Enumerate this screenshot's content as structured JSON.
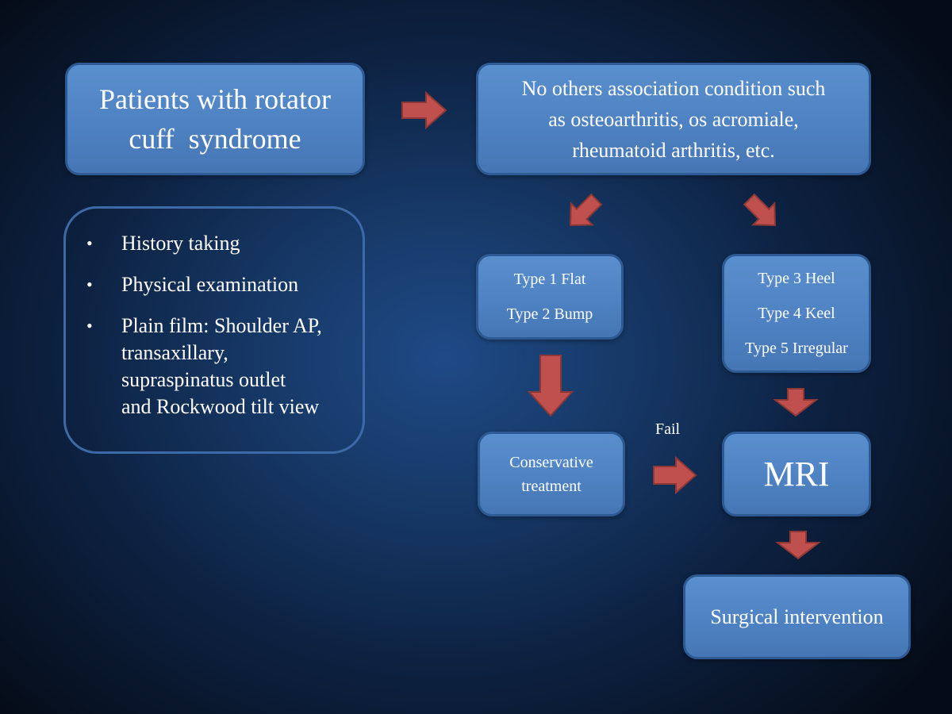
{
  "diagram": {
    "patients_box": {
      "lines": [
        "Patients with rotator",
        "cuff  syndrome"
      ]
    },
    "conditions_box": {
      "lines": [
        "No others association condition such",
        "as osteoarthritis, os acromiale,",
        "rheumatoid arthritis, etc."
      ]
    },
    "workup_list": {
      "bullet_symbol": "•",
      "items": [
        {
          "lines": [
            "History taking"
          ]
        },
        {
          "lines": [
            "Physical examination"
          ]
        },
        {
          "lines": [
            "Plain film: Shoulder AP,",
            "transaxillary,",
            "supraspinatus outlet",
            "and Rockwood tilt view"
          ]
        }
      ]
    },
    "type_left_box": {
      "lines": [
        "Type 1 Flat",
        "Type 2 Bump"
      ]
    },
    "type_right_box": {
      "lines": [
        "Type 3 Heel",
        "Type 4 Keel",
        "Type 5 Irregular"
      ]
    },
    "conservative_box": {
      "lines": [
        "Conservative",
        "treatment"
      ]
    },
    "fail_label": "Fail",
    "mri_box": {
      "label": "MRI"
    },
    "surgery_box": {
      "label": "Surgical intervention"
    },
    "colors": {
      "box_fill": "#4f84c4",
      "box_border": "#2e5a93",
      "arrow_fill": "#c0504d",
      "arrow_stroke": "#8c3836",
      "background_center": "#1f4a86",
      "background_edge": "#050c18"
    }
  }
}
